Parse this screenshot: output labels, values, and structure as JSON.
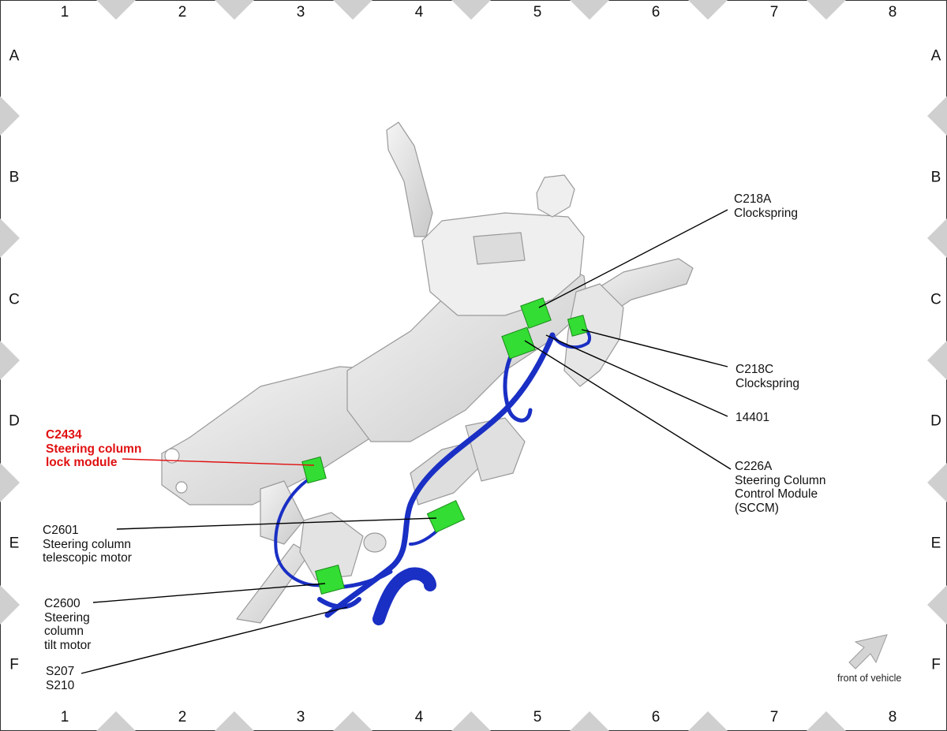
{
  "grid": {
    "columns": [
      "1",
      "2",
      "3",
      "4",
      "5",
      "6",
      "7",
      "8"
    ],
    "rows": [
      "A",
      "B",
      "C",
      "D",
      "E",
      "F"
    ]
  },
  "callouts": [
    {
      "id": "c218a",
      "lines": "C218A\nClockspring",
      "highlight": false
    },
    {
      "id": "c218c",
      "lines": "C218C\nClockspring",
      "highlight": false
    },
    {
      "id": "n14401",
      "lines": "14401",
      "highlight": false
    },
    {
      "id": "c226a",
      "lines": "C226A\nSteering Column\nControl Module\n(SCCM)",
      "highlight": false
    },
    {
      "id": "c2434",
      "lines": "C2434\nSteering column\nlock module",
      "highlight": true
    },
    {
      "id": "c2601",
      "lines": "C2601\nSteering column\ntelescopic motor",
      "highlight": false
    },
    {
      "id": "c2600",
      "lines": "C2600\nSteering\ncolumn\ntilt motor",
      "highlight": false
    },
    {
      "id": "s207",
      "lines": "S207\nS210",
      "highlight": false
    }
  ],
  "front_label": "front of vehicle",
  "colors": {
    "harness": "#1a2fc4",
    "connector": "#33dd33",
    "highlight_text": "#e01010",
    "component": "#e4e4e4"
  },
  "icons": [
    "front-arrow-icon"
  ]
}
